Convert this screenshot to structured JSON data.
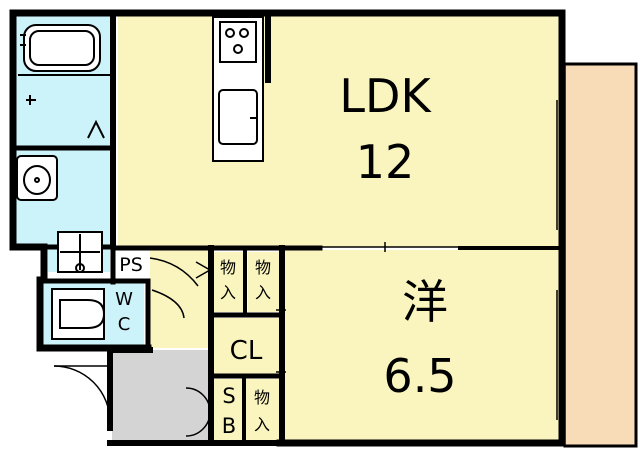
{
  "colors": {
    "wall": "#000000",
    "living": "#FAF5BF",
    "wet": "#CCF2FA",
    "entrance": "#D4D4D4",
    "balcony": "#F8DCB8",
    "fixture": "#FFFFFF",
    "background": "#FFFFFF"
  },
  "rooms": {
    "ldk": {
      "name": "LDK",
      "size": "12"
    },
    "western": {
      "name": "洋",
      "size": "6.5"
    },
    "closet": {
      "name": "CL"
    },
    "shoe_box": {
      "line1": "S",
      "line2": "B"
    },
    "pipe_space": {
      "name": "PS"
    },
    "toilet": {
      "line1": "W",
      "line2": "C"
    }
  },
  "storage": {
    "upper_left": {
      "line1": "物",
      "line2": "入"
    },
    "upper_right": {
      "line1": "物",
      "line2": "入"
    },
    "lower": {
      "line1": "物",
      "line2": "入"
    }
  },
  "icons": [
    "bathtub-icon",
    "stove-icon",
    "kitchen-sink-icon",
    "washbasin-icon",
    "washing-machine-icon",
    "toilet-icon",
    "door-swing-icon"
  ]
}
